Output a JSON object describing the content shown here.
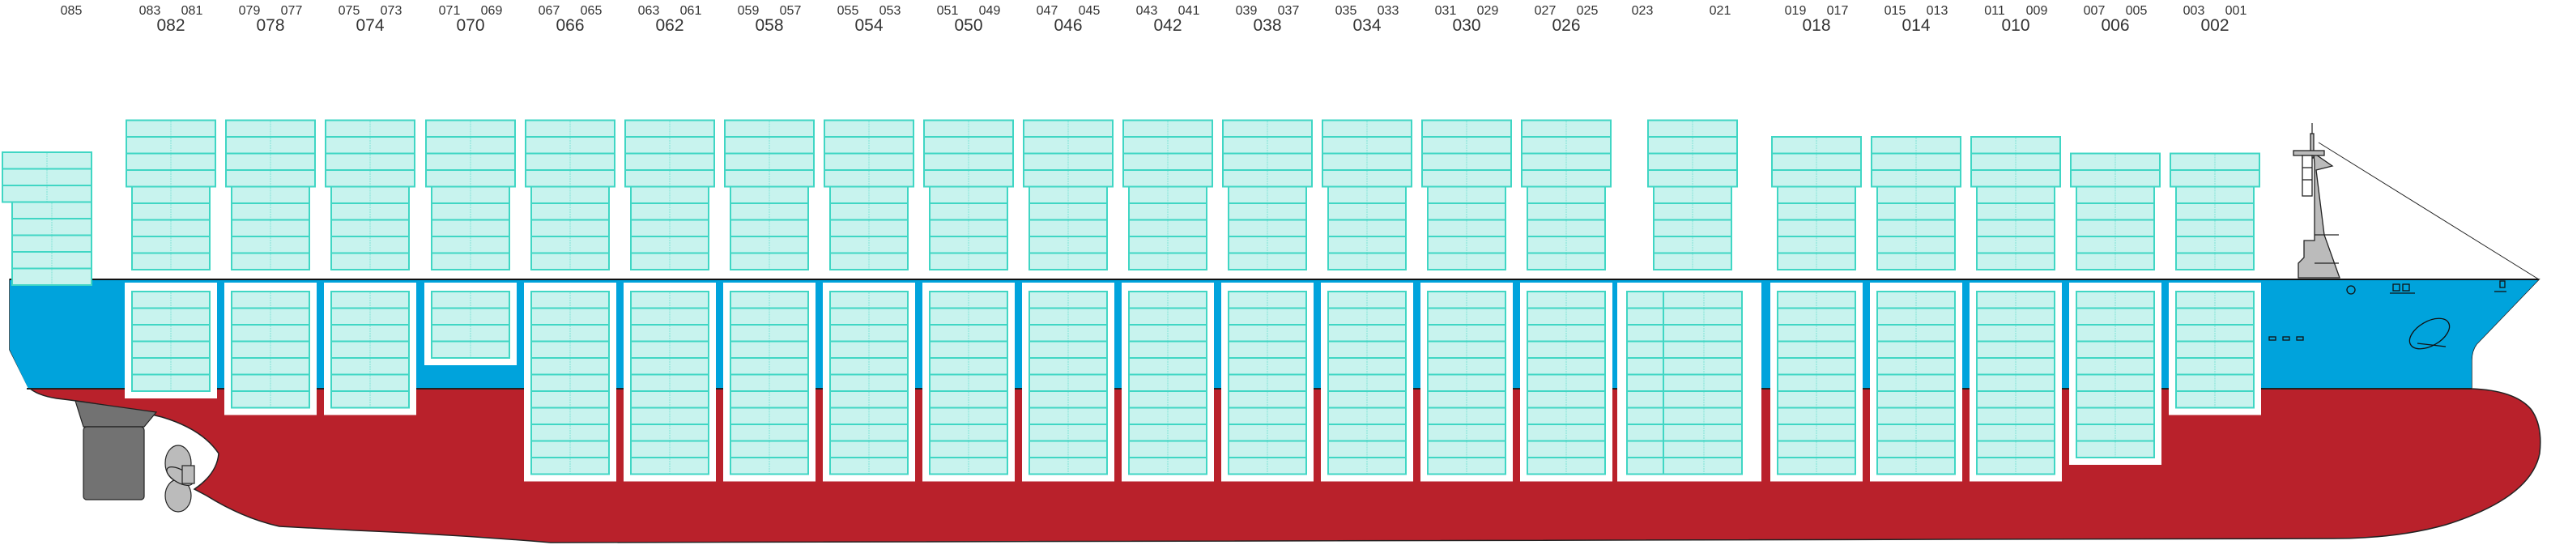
{
  "title": "Container ship bay plan",
  "colors": {
    "container_fill": "#c8f3ee",
    "container_stroke": "#40d6c4",
    "hull_top": "#00a3dc",
    "hull_bottom": "#b9212b",
    "steel_gray": "#bbbbbb",
    "rudder_gray": "#727272"
  },
  "bays": [
    {
      "odd_left": "",
      "odd_right": "085",
      "even": "",
      "deck_wide": 3,
      "deck_narrow": 5,
      "hold_tiers": 0
    },
    {
      "odd_left": "083",
      "odd_right": "081",
      "even": "082",
      "deck_wide": 4,
      "deck_narrow": 5,
      "hold_tiers": 6
    },
    {
      "odd_left": "079",
      "odd_right": "077",
      "even": "078",
      "deck_wide": 4,
      "deck_narrow": 5,
      "hold_tiers": 7
    },
    {
      "odd_left": "075",
      "odd_right": "073",
      "even": "074",
      "deck_wide": 4,
      "deck_narrow": 5,
      "hold_tiers": 7
    },
    {
      "odd_left": "071",
      "odd_right": "069",
      "even": "070",
      "deck_wide": 4,
      "deck_narrow": 5,
      "hold_tiers": 4
    },
    {
      "odd_left": "067",
      "odd_right": "065",
      "even": "066",
      "deck_wide": 4,
      "deck_narrow": 5,
      "hold_tiers": 11
    },
    {
      "odd_left": "063",
      "odd_right": "061",
      "even": "062",
      "deck_wide": 4,
      "deck_narrow": 5,
      "hold_tiers": 11
    },
    {
      "odd_left": "059",
      "odd_right": "057",
      "even": "058",
      "deck_wide": 4,
      "deck_narrow": 5,
      "hold_tiers": 11
    },
    {
      "odd_left": "055",
      "odd_right": "053",
      "even": "054",
      "deck_wide": 4,
      "deck_narrow": 5,
      "hold_tiers": 11
    },
    {
      "odd_left": "051",
      "odd_right": "049",
      "even": "050",
      "deck_wide": 4,
      "deck_narrow": 5,
      "hold_tiers": 11
    },
    {
      "odd_left": "047",
      "odd_right": "045",
      "even": "046",
      "deck_wide": 4,
      "deck_narrow": 5,
      "hold_tiers": 11
    },
    {
      "odd_left": "043",
      "odd_right": "041",
      "even": "042",
      "deck_wide": 4,
      "deck_narrow": 5,
      "hold_tiers": 11
    },
    {
      "odd_left": "039",
      "odd_right": "037",
      "even": "038",
      "deck_wide": 4,
      "deck_narrow": 5,
      "hold_tiers": 11
    },
    {
      "odd_left": "035",
      "odd_right": "033",
      "even": "034",
      "deck_wide": 4,
      "deck_narrow": 5,
      "hold_tiers": 11
    },
    {
      "odd_left": "031",
      "odd_right": "029",
      "even": "030",
      "deck_wide": 4,
      "deck_narrow": 5,
      "hold_tiers": 11
    },
    {
      "odd_left": "027",
      "odd_right": "025",
      "even": "026",
      "deck_wide": 4,
      "deck_narrow": 5,
      "hold_tiers": 11
    },
    {
      "odd_left": "023",
      "odd_right": "021",
      "even": "",
      "deck_wide": 4,
      "deck_narrow": 5,
      "hold_tiers": 11
    },
    {
      "odd_left": "019",
      "odd_right": "017",
      "even": "018",
      "deck_wide": 3,
      "deck_narrow": 5,
      "hold_tiers": 11
    },
    {
      "odd_left": "015",
      "odd_right": "013",
      "even": "014",
      "deck_wide": 3,
      "deck_narrow": 5,
      "hold_tiers": 11
    },
    {
      "odd_left": "011",
      "odd_right": "009",
      "even": "010",
      "deck_wide": 3,
      "deck_narrow": 5,
      "hold_tiers": 11
    },
    {
      "odd_left": "007",
      "odd_right": "005",
      "even": "006",
      "deck_wide": 2,
      "deck_narrow": 5,
      "hold_tiers": 10
    },
    {
      "odd_left": "003",
      "odd_right": "001",
      "even": "002",
      "deck_wide": 2,
      "deck_narrow": 5,
      "hold_tiers": 7
    }
  ]
}
